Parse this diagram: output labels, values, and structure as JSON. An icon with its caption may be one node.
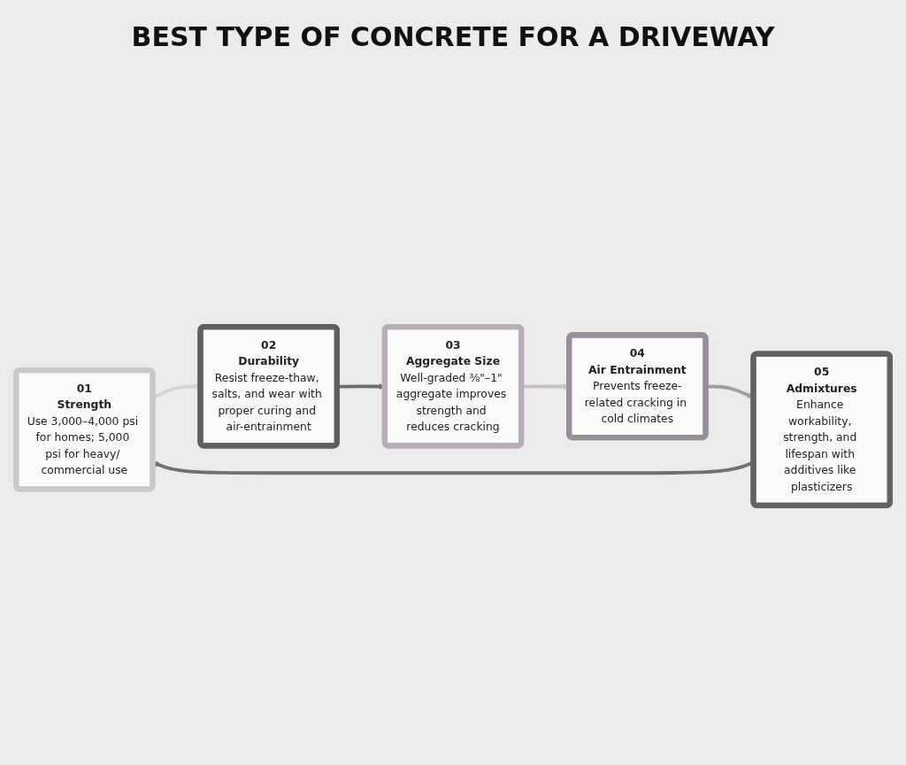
{
  "diagram": {
    "title": "BEST TYPE OF CONCRETE FOR A DRIVEWAY",
    "nodes": [
      {
        "text": [
          "01",
          "Strength",
          "Use 3,000–4,000 psi for homes; 5,000 psi for heavy/ commercial use"
        ]
      },
      {
        "text": [
          "02",
          "Durability",
          "Resist freeze-thaw, salts, and wear with proper curing and air-entrainment"
        ]
      },
      {
        "text": [
          "03",
          "Aggregate Size",
          "Well-graded ⅜\"–1\" aggregate improves strength and reduces cracking"
        ]
      },
      {
        "text": [
          "04",
          "Air Entrainment",
          "Prevents freeze-related cracking in cold climates"
        ]
      },
      {
        "text": [
          "05",
          "Admixtures",
          "Enhance workability, strength, and lifespan with additives like plasticizers"
        ]
      }
    ],
    "edges": [
      {
        "from": 0,
        "to": 1,
        "arrow": "to",
        "color": "#d4d4d4"
      },
      {
        "from": 1,
        "to": 2,
        "arrow": "to",
        "color": "#6e6e6e"
      },
      {
        "from": 2,
        "to": 3,
        "arrow": "to",
        "color": "#c8bfc7"
      },
      {
        "from": 3,
        "to": 4,
        "arrow": "to",
        "color": "#a39ca5"
      },
      {
        "from": 4,
        "to": 0,
        "arrow": "to",
        "color": "#707070"
      }
    ]
  }
}
